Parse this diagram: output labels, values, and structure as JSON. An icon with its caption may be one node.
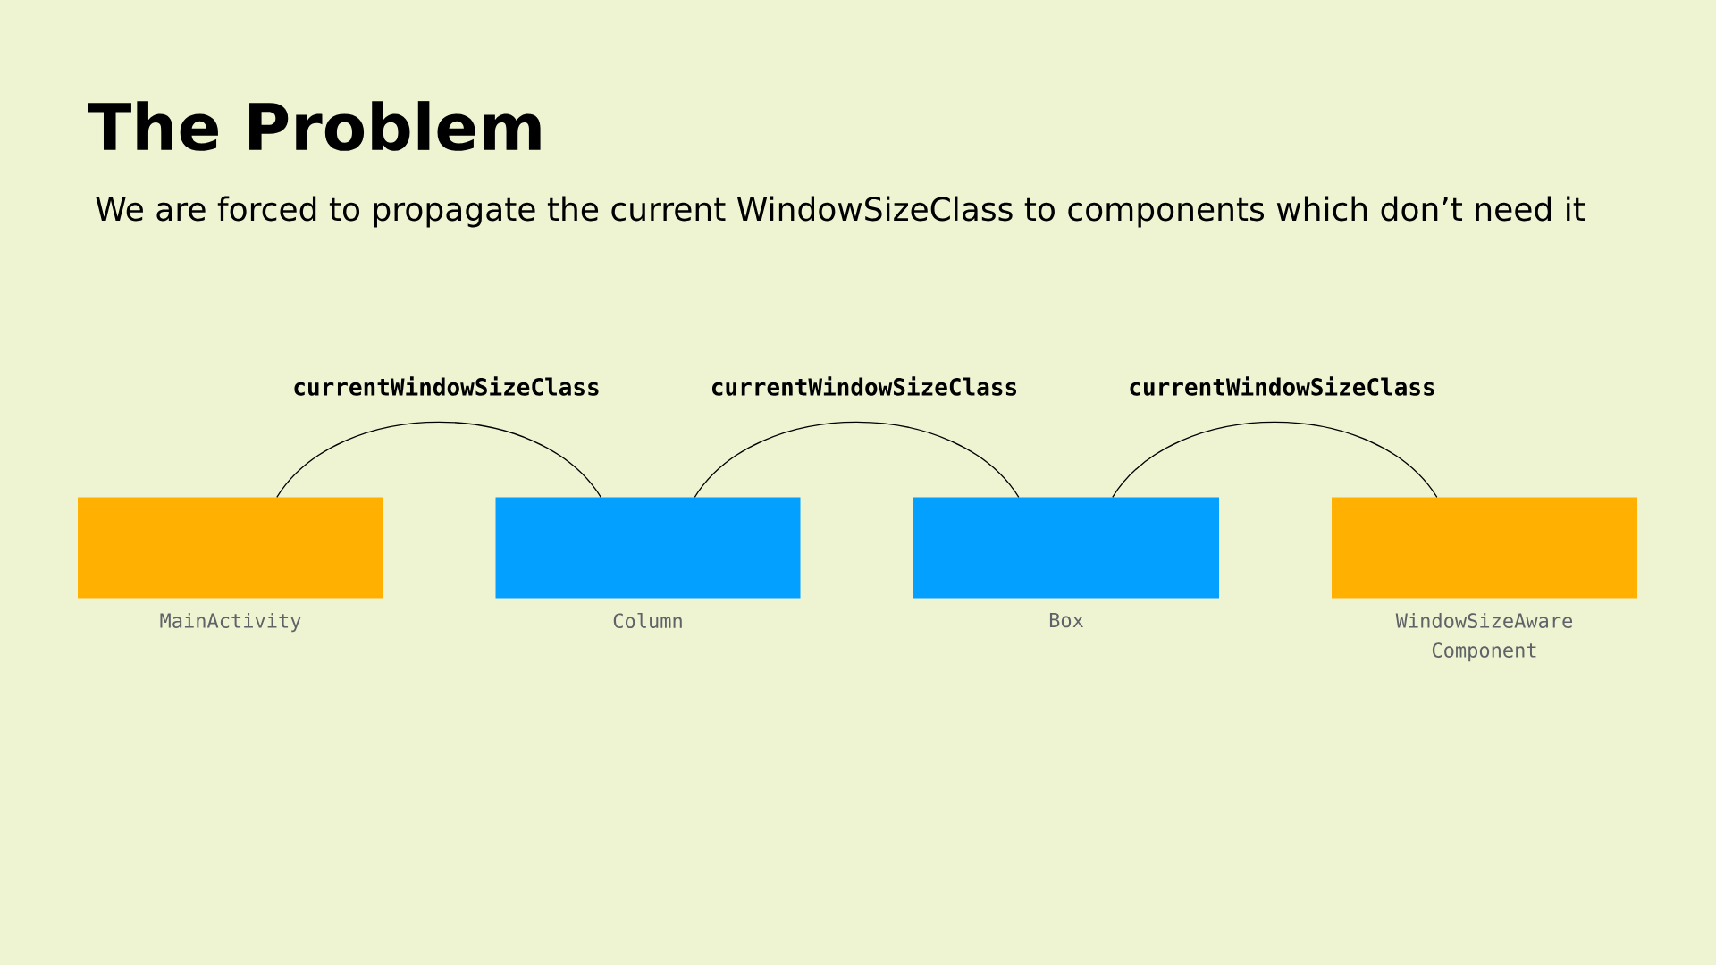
{
  "diagram": {
    "title": "The Problem",
    "caption": "We are forced to propagate the current WindowSizeClass to components which don’t need it",
    "nodes": [
      {
        "text": [],
        "shape": "box",
        "beside": [
          "MainActivity"
        ]
      },
      {
        "text": [],
        "shape": "box",
        "beside": [
          "Column"
        ]
      },
      {
        "text": [],
        "shape": "box",
        "beside": [
          "Box"
        ]
      },
      {
        "text": [],
        "shape": "box",
        "beside": [
          "WindowSizeAware Component"
        ]
      }
    ],
    "edges": [
      {
        "from": 0,
        "to": 1,
        "arrow": "none",
        "label": "currentWindowSizeClass"
      },
      {
        "from": 1,
        "to": 2,
        "arrow": "none",
        "label": "currentWindowSizeClass"
      },
      {
        "from": 2,
        "to": 3,
        "arrow": "none",
        "label": "currentWindowSizeClass"
      }
    ]
  }
}
